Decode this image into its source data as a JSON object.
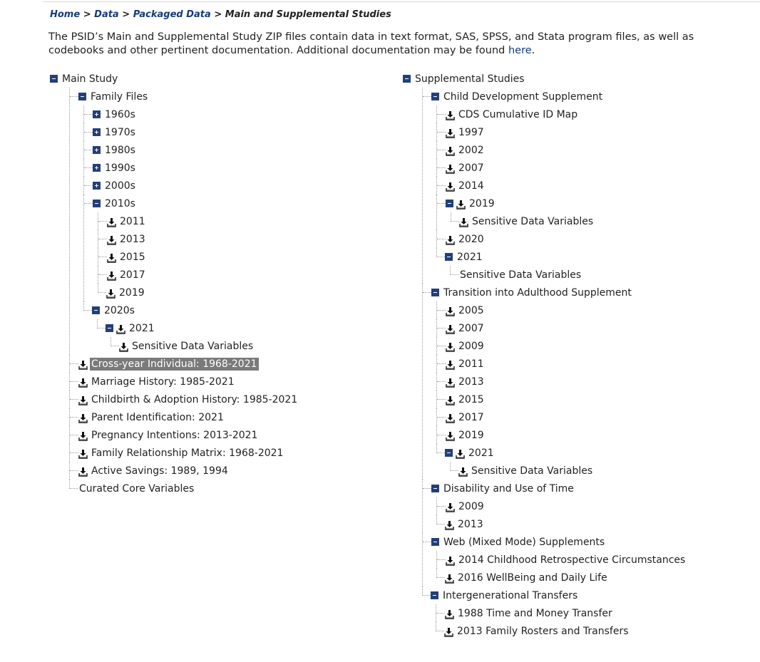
{
  "breadcrumb": {
    "home": "Home",
    "data": "Data",
    "packaged": "Packaged Data",
    "current": "Main and Supplemental Studies",
    "separator": ">"
  },
  "intro": {
    "text": "The PSID’s Main and Supplemental Study ZIP files contain data in text format, SAS, SPSS, and Stata program files, as well as codebooks and other pertinent documentation. Additional documentation may be found ",
    "link": "here",
    "end": "."
  },
  "main": {
    "root": "Main Study",
    "family_files": "Family Files",
    "decades_collapsed": [
      "1960s",
      "1970s",
      "1980s",
      "1990s",
      "2000s"
    ],
    "d2010": "2010s",
    "y2010": [
      "2011",
      "2013",
      "2015",
      "2017",
      "2019"
    ],
    "d2020": "2020s",
    "y2021": "2021",
    "sensitive": "Sensitive Data Variables",
    "files": [
      "Cross-year Individual: 1968-2021",
      "Marriage History: 1985-2021",
      "Childbirth & Adoption History: 1985-2021",
      "Parent Identification: 2021",
      "Pregnancy Intentions: 2013-2021",
      "Family Relationship Matrix: 1968-2021",
      "Active Savings: 1989, 1994"
    ],
    "curated": "Curated Core Variables"
  },
  "supp": {
    "root": "Supplemental Studies",
    "cds": {
      "label": "Child Development Supplement",
      "items": [
        "CDS Cumulative ID Map",
        "1997",
        "2002",
        "2007",
        "2014"
      ],
      "y2019": "2019",
      "y2019_sensitive": "Sensitive Data Variables",
      "y2020": "2020",
      "y2021": "2021",
      "y2021_sensitive": "Sensitive Data Variables"
    },
    "tas": {
      "label": "Transition into Adulthood Supplement",
      "items": [
        "2005",
        "2007",
        "2009",
        "2011",
        "2013",
        "2015",
        "2017",
        "2019"
      ],
      "y2021": "2021",
      "y2021_sensitive": "Sensitive Data Variables"
    },
    "dut": {
      "label": "Disability and Use of Time",
      "items": [
        "2009",
        "2013"
      ]
    },
    "web": {
      "label": "Web (Mixed Mode) Supplements",
      "items": [
        "2014 Childhood Retrospective Circumstances",
        "2016 WellBeing and Daily Life"
      ]
    },
    "igt": {
      "label": "Intergenerational Transfers",
      "items": [
        "1988 Time and Money Transfer",
        "2013 Family Rosters and Transfers"
      ]
    }
  },
  "colors": {
    "link": "#173a7a",
    "toggle": "#223f7a",
    "selected_bg": "#7a7a7a"
  },
  "icons": {
    "expanded": "minus-box-icon",
    "collapsed": "plus-box-icon",
    "file": "download-icon"
  }
}
